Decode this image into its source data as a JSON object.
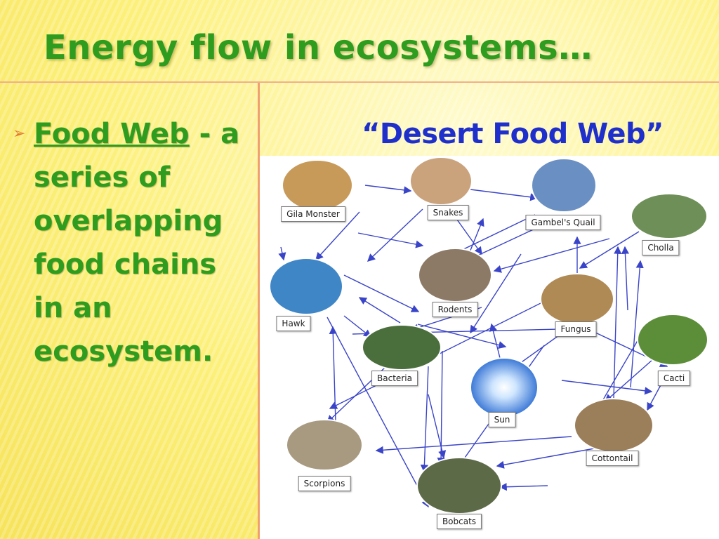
{
  "slide": {
    "title": "Energy flow in ecosystems…",
    "bullet": {
      "term": "Food Web",
      "dash": " -",
      "definition": "a series of overlapping food chains in an ecosystem."
    }
  },
  "diagram": {
    "title": "“Desert Food Web”",
    "nodes": [
      {
        "id": "gila",
        "label": "Gila Monster",
        "icon": "gila-monster-photo"
      },
      {
        "id": "snakes",
        "label": "Snakes",
        "icon": "snake-photo"
      },
      {
        "id": "quail",
        "label": "Gambel's Quail",
        "icon": "quail-photo"
      },
      {
        "id": "cholla",
        "label": "Cholla",
        "icon": "cholla-cactus-photo"
      },
      {
        "id": "hawk",
        "label": "Hawk",
        "icon": "hawk-photo"
      },
      {
        "id": "rodents",
        "label": "Rodents",
        "icon": "rodents-photo"
      },
      {
        "id": "fungus",
        "label": "Fungus",
        "icon": "fungus-photo"
      },
      {
        "id": "bacteria",
        "label": "Bacteria",
        "icon": "bacteria-photo"
      },
      {
        "id": "cacti",
        "label": "Cacti",
        "icon": "barrel-cactus-photo"
      },
      {
        "id": "sun",
        "label": "Sun",
        "icon": "sun-photo"
      },
      {
        "id": "cottontail",
        "label": "Cottontail",
        "icon": "cottontail-photo"
      },
      {
        "id": "scorpions",
        "label": "Scorpions",
        "icon": "scorpion-photo"
      },
      {
        "id": "bobcats",
        "label": "Bobcats",
        "icon": "bobcat-photo"
      }
    ],
    "arrow_color": "#3a44c8"
  }
}
